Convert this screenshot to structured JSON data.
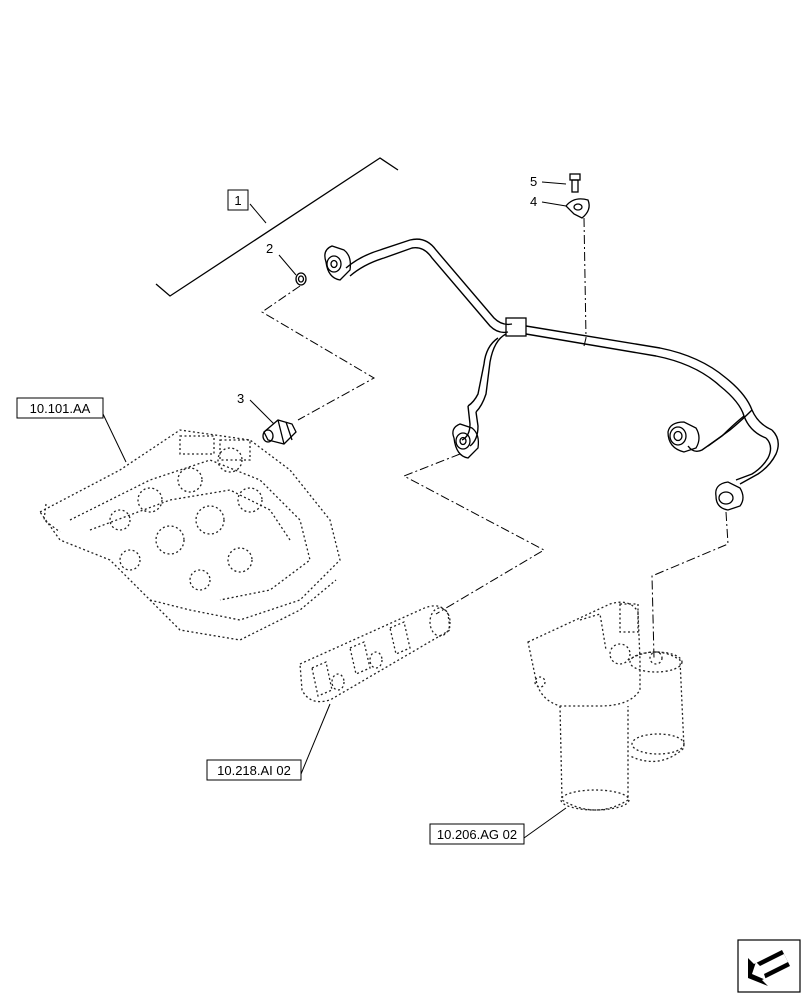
{
  "callouts": [
    {
      "id": "1",
      "label": "1"
    },
    {
      "id": "2",
      "label": "2"
    },
    {
      "id": "3",
      "label": "3"
    },
    {
      "id": "4",
      "label": "4"
    },
    {
      "id": "5",
      "label": "5"
    }
  ],
  "references": {
    "engine_block": "10.101.AA",
    "fuel_rail": "10.218.AI 02",
    "fuel_filter": "10.206.AG 02"
  },
  "nav_icon": "arrow-nav-icon"
}
